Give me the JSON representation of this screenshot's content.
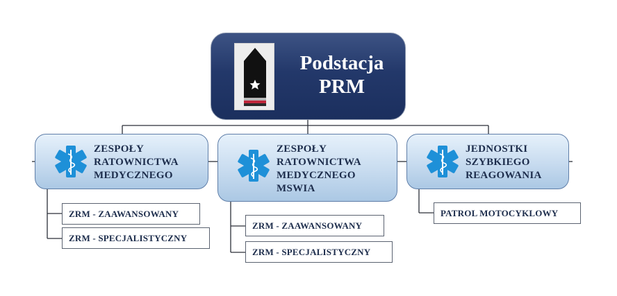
{
  "root": {
    "title": "Podstacja\nPRM"
  },
  "units": [
    {
      "title": "ZESPOŁY\nRATOWNICTWA\nMEDYCZNEGO",
      "items": [
        "ZRM - ZAAWANSOWANY",
        "ZRM - SPECJALISTYCZNY"
      ]
    },
    {
      "title": "ZESPOŁY\nRATOWNICTWA\nMEDYCZNEGO\nMSWIA",
      "items": [
        "ZRM - ZAAWANSOWANY",
        "ZRM - SPECJALISTYCZNY"
      ]
    },
    {
      "title": "JEDNOSTKI\nSZYBKIEGO\nREAGOWANIA",
      "items": [
        "PATROL MOTOCYKLOWY"
      ]
    }
  ],
  "colors": {
    "root_fill": "#1b2f5e",
    "unit_fill": "#c7dbef",
    "star_of_life": "#1e90d8",
    "connector": "#2b2f38"
  }
}
